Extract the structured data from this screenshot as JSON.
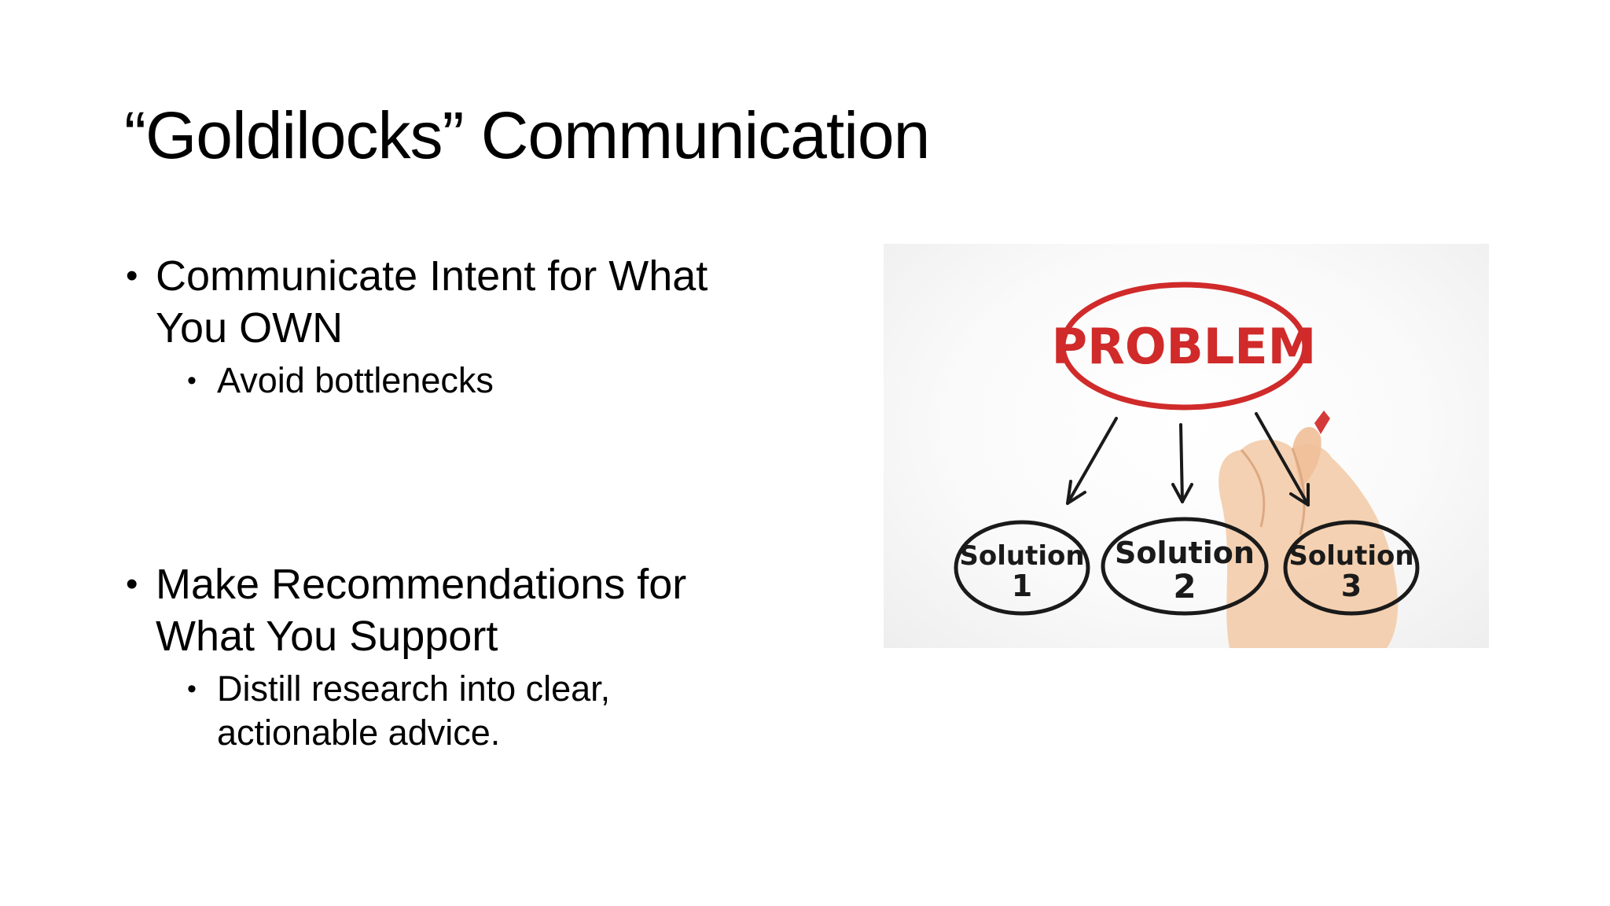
{
  "slide": {
    "title": "“Goldilocks” Communication",
    "bullets": [
      {
        "text": "Communicate Intent for What You OWN",
        "sub": "Avoid bottlenecks"
      },
      {
        "text": "Make Recommendations for What You Support",
        "sub": "Distill research into clear, actionable advice."
      }
    ]
  },
  "figure": {
    "problem_label": "PROBLEM",
    "solutions": [
      {
        "label": "Solution",
        "number": "1"
      },
      {
        "label": "Solution",
        "number": "2"
      },
      {
        "label": "Solution",
        "number": "3"
      }
    ],
    "accent_color": "#d02a2a",
    "ink_color": "#1a1a1a"
  }
}
